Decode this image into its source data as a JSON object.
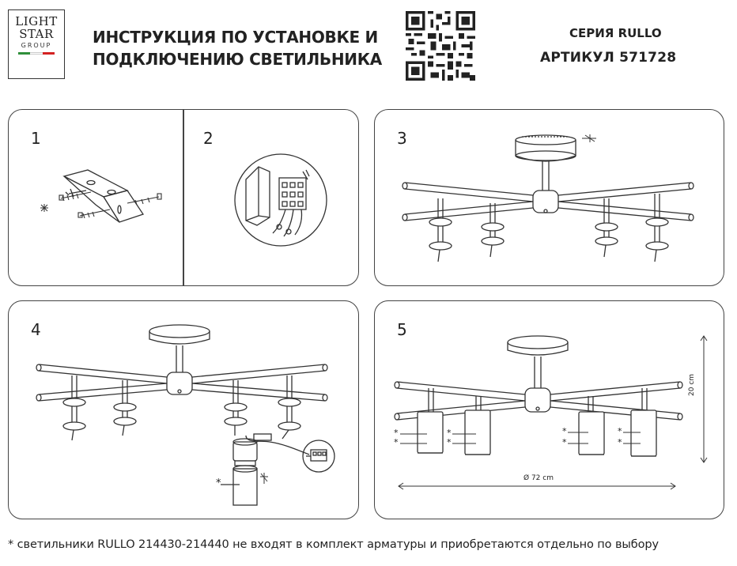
{
  "logo": {
    "line1": "LIGHT",
    "line2": "STAR",
    "line3": "GROUP",
    "flag_colors": [
      "#2f8f3a",
      "#ffffff",
      "#d32222"
    ]
  },
  "header": {
    "title_line1": "ИНСТРУКЦИЯ ПО УСТАНОВКЕ И",
    "title_line2": "ПОДКЛЮЧЕНИЮ СВЕТИЛЬНИКА",
    "series": "СЕРИЯ RULLO",
    "article": "АРТИКУЛ 571728"
  },
  "steps": [
    {
      "number": "1"
    },
    {
      "number": "2"
    },
    {
      "number": "3"
    },
    {
      "number": "4"
    },
    {
      "number": "5"
    }
  ],
  "dimensions": {
    "height": "20 cm",
    "diameter": "Ø 72 cm"
  },
  "markers": {
    "asterisk": "*"
  },
  "footnote": "* светильники RULLO 214430-214440 не входят в комплект арматуры и приобретаются отдельно по выбору",
  "colors": {
    "line": "#333333",
    "border": "#444444"
  }
}
